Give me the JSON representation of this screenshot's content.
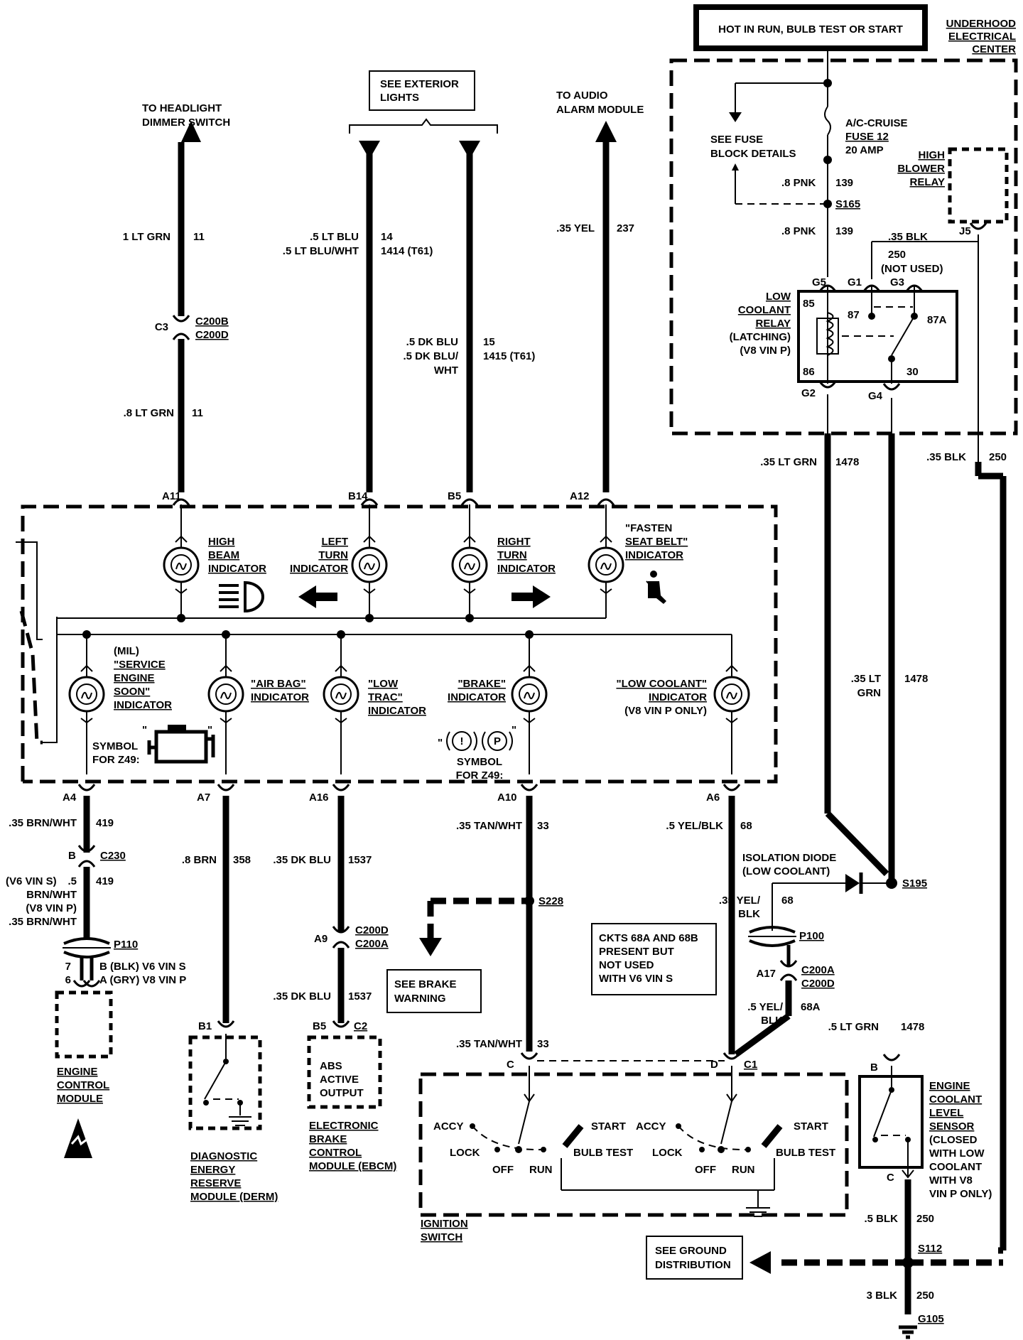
{
  "top": {
    "hot_label": "HOT IN RUN, BULB TEST OR START",
    "underhood": [
      "UNDERHOOD",
      "ELECTRICAL",
      "CENTER"
    ],
    "see_fuse": [
      "SEE FUSE",
      "BLOCK DETAILS"
    ],
    "fuse": [
      "A/C-CRUISE",
      "FUSE 12",
      "20 AMP"
    ],
    "high_blower": [
      "HIGH",
      "BLOWER",
      "RELAY"
    ],
    "pnk_wire_1": ".8 PNK",
    "pnk_circuit_1": "139",
    "s165": "S165",
    "pnk_wire_2": ".8 PNK",
    "pnk_circuit_2": "139",
    "blk_wire": ".35 BLK",
    "j5": "J5",
    "not_used_circuit": "250",
    "not_used": "(NOT USED)",
    "g5": "G5",
    "g1": "G1",
    "g3": "G3",
    "g2": "G2",
    "g4": "G4",
    "relay_label": [
      "LOW",
      "COOLANT",
      "RELAY",
      "(LATCHING)",
      "(V8 VIN P)"
    ],
    "pin85": "85",
    "pin87": "87",
    "pin87a": "87A",
    "pin86": "86",
    "pin30": "30"
  },
  "feeds": {
    "headlight": [
      "TO HEADLIGHT",
      "DIMMER SWITCH"
    ],
    "exterior": [
      "SEE EXTERIOR",
      "LIGHTS"
    ],
    "audio": [
      "TO AUDIO",
      "ALARM MODULE"
    ]
  },
  "wires": {
    "ltgrn_1": "1 LT GRN",
    "c11a": "11",
    "c3": "C3",
    "c200b": "C200B",
    "c200d_top": "C200D",
    "ltgrn_8": ".8 LT GRN",
    "c11b": "11",
    "ltblu": ".5 LT BLU",
    "c14": "14",
    "ltbluwht": ".5 LT BLU/WHT",
    "c1414": "1414  (T61)",
    "dkblu": ".5 DK BLU",
    "c15": "15",
    "dkbluwht_a": ".5 DK BLU/",
    "c1415": "1415  (T61)",
    "dkbluwht_b": "WHT",
    "yel": ".35 YEL",
    "c237": "237",
    "ltgrn_35": ".35 LT GRN",
    "c1478a": "1478",
    "ltgrn_35b_a": ".35 LT",
    "ltgrn_35b_b": "GRN",
    "c1478b": "1478",
    "blk_35": ".35 BLK",
    "c250a": "250"
  },
  "cluster": {
    "a11": "A11",
    "b14": "B14",
    "b5": "B5",
    "a12": "A12",
    "high_beam": [
      "HIGH",
      "BEAM",
      "INDICATOR"
    ],
    "left_turn": [
      "LEFT",
      "TURN",
      "INDICATOR"
    ],
    "right_turn": [
      "RIGHT",
      "TURN",
      "INDICATOR"
    ],
    "fasten": [
      "\"FASTEN",
      "SEAT BELT\"",
      "INDICATOR"
    ],
    "mil": [
      "(MIL)",
      "\"SERVICE",
      "ENGINE",
      "SOON\"",
      "INDICATOR"
    ],
    "airbag": [
      "\"AIR BAG\"",
      "INDICATOR"
    ],
    "lowtrac": [
      "\"LOW",
      "TRAC\"",
      "INDICATOR"
    ],
    "brake": [
      "\"BRAKE\"",
      "INDICATOR"
    ],
    "lowcoolant": [
      "\"LOW COOLANT\"",
      "INDICATOR",
      "(V8  VIN P ONLY)"
    ],
    "symbol_z49_a": [
      "SYMBOL",
      "FOR Z49:"
    ],
    "symbol_z49_b": [
      "SYMBOL",
      "FOR Z49:"
    ],
    "a4": "A4",
    "a7": "A7",
    "a16": "A16",
    "a10": "A10",
    "a6": "A6"
  },
  "lower": {
    "brnwht": ".35 BRN/WHT",
    "c419a": "419",
    "b_conn": "B",
    "c230": "C230",
    "v6vins": "(V6  VIN S)",
    "brnwht5": ".5",
    "c419b": "419",
    "brnwht5b": "BRN/WHT",
    "v8vinp": "(V8  VIN P)",
    "brnwht35": ".35 BRN/WHT",
    "p110": "P110",
    "pin7": "7",
    "pin6": "6",
    "blk_v6": "B  (BLK)  V6  VIN S",
    "gry_v8": "A  (GRY)  V8  VIN P",
    "ecm": [
      "ENGINE",
      "CONTROL",
      "MODULE"
    ],
    "brn": ".8 BRN",
    "c358": "358",
    "b1": "B1",
    "derm": [
      "DIAGNOSTIC",
      "ENERGY",
      "RESERVE",
      "MODULE (DERM)"
    ],
    "dkblu35": ".35 DK BLU",
    "c1537a": "1537",
    "a9": "A9",
    "c200d_mid": "C200D",
    "c200a_mid": "C200A",
    "dkblu35b": ".35 DK BLU",
    "c1537b": "1537",
    "b5c": "B5",
    "c2": "C2",
    "abs": [
      "ABS",
      "ACTIVE",
      "OUTPUT"
    ],
    "ebcm": [
      "ELECTRONIC",
      "BRAKE",
      "CONTROL",
      "MODULE (EBCM)"
    ],
    "tanwht": ".35 TAN/WHT",
    "c33a": "33",
    "s228": "S228",
    "see_brake": [
      "SEE BRAKE",
      "WARNING"
    ],
    "tanwht_b": ".35 TAN/WHT",
    "c33b": "33",
    "yelblk": ".5 YEL/BLK",
    "c68a": "68",
    "iso_diode": [
      "ISOLATION DIODE",
      "(LOW COOLANT)"
    ],
    "s195": "S195",
    "yelblk35_a": ".35 YEL/",
    "yelblk35_b": "BLK",
    "c68b": "68",
    "p100": "P100",
    "ckts": [
      "CKTS 68A AND 68B",
      "PRESENT BUT",
      "NOT USED",
      "WITH V6  VIN S"
    ],
    "a17": "A17",
    "c200a_r": "C200A",
    "c200d_r": "C200D",
    "yelblk5_a": ".5 YEL/",
    "yelblk5_b": "BLK",
    "c68a2": "68A",
    "ltgrn5": ".5 LT GRN",
    "c1478c": "1478",
    "c_pin": "C",
    "d_pin": "D",
    "c1": "C1",
    "ign": {
      "accy": "ACCY",
      "lock": "LOCK",
      "off": "OFF",
      "run": "RUN",
      "start": "START",
      "bulb_test": "BULB TEST"
    },
    "ignition_switch": [
      "IGNITION",
      "SWITCH"
    ],
    "b_sensor": "B",
    "c_sensor": "C",
    "sensor": [
      "ENGINE",
      "COOLANT",
      "LEVEL",
      "SENSOR",
      "(CLOSED",
      "WITH LOW",
      "COOLANT",
      "WITH V8",
      "VIN P ONLY)"
    ],
    "blk5": ".5 BLK",
    "c250b": "250",
    "see_ground": [
      "SEE GROUND",
      "DISTRIBUTION"
    ],
    "s112": "S112",
    "blk3": "3 BLK",
    "c250c": "250",
    "g105": "G105"
  }
}
